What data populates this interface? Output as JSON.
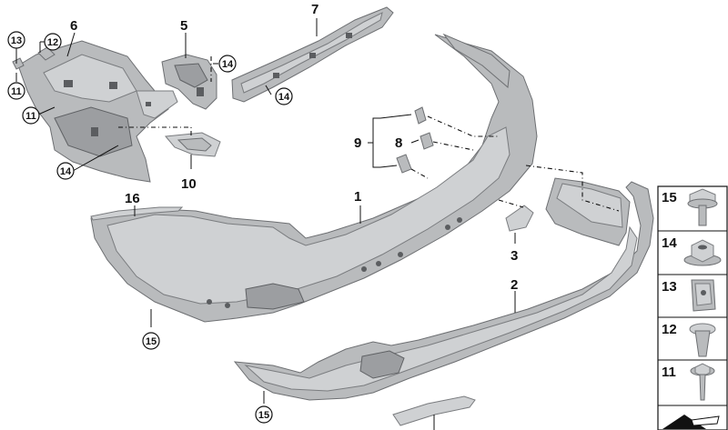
{
  "diagram": {
    "callouts": {
      "p1": "1",
      "p2": "2",
      "p3": "3",
      "p5": "5",
      "p6": "6",
      "p7": "7",
      "p8": "8",
      "p9": "9",
      "p10": "10",
      "p16": "16",
      "c13": "13",
      "c12": "12",
      "c11a": "11",
      "c11b": "11",
      "c14a": "14",
      "c14b": "14",
      "c14c": "14",
      "c15a": "15",
      "c15b": "15"
    },
    "legend": [
      {
        "label": "15",
        "icon": "torx-bolt-washer-icon"
      },
      {
        "label": "14",
        "icon": "hex-nut-flange-icon"
      },
      {
        "label": "13",
        "icon": "spring-nut-clip-icon"
      },
      {
        "label": "12",
        "icon": "expanding-rivet-icon"
      },
      {
        "label": "11",
        "icon": "screw-washer-icon"
      }
    ]
  }
}
